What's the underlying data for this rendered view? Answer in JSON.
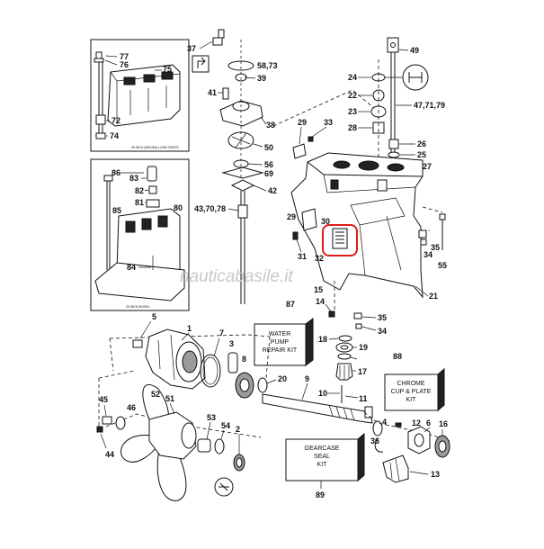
{
  "watermark": "nauticabasile.it",
  "insets": {
    "long": {
      "caption": "25 INCH (508 MM) LONG PARTS"
    },
    "model": {
      "caption": "25 INCH MODEL"
    }
  },
  "kits": {
    "water_pump": [
      "WATER",
      "PUMP",
      "REPAIR KIT"
    ],
    "chrome": [
      "CHROME",
      "CUP & PLATE",
      "KIT"
    ],
    "gearcase": [
      "GEARCASE",
      "SEAL",
      "KIT"
    ]
  },
  "labels": {
    "p77": "77",
    "p76": "76",
    "p75": "75",
    "p72": "72",
    "p74": "74",
    "p86": "86",
    "p83": "83",
    "p82": "82",
    "p81": "81",
    "p80": "80",
    "p85": "85",
    "p84": "84",
    "p37": "37",
    "p58": "58,73",
    "p39": "39",
    "p41": "41",
    "p38": "38",
    "p50": "50",
    "p56": "56",
    "p69": "69",
    "p42": "42",
    "p43": "43,70,78",
    "p49": "49",
    "p24": "24",
    "p22": "22",
    "p23": "23",
    "p47": "47,71,79",
    "p28": "28",
    "p26": "26",
    "p25": "25",
    "p27": "27",
    "p29a": "29",
    "p33": "33",
    "p29b": "29",
    "p30": "30",
    "p31": "31",
    "p32": "32",
    "p14": "14",
    "p15": "15",
    "p35a": "35",
    "p34a": "34",
    "p55": "55",
    "p21": "21",
    "p35b": "35",
    "p34b": "34",
    "p87": "87",
    "p88": "88",
    "p89": "89",
    "p5": "5",
    "p1": "1",
    "p7": "7",
    "p3": "3",
    "p8": "8",
    "p20": "20",
    "p9": "9",
    "p18": "18",
    "p19": "19",
    "p10": "10",
    "p11": "11",
    "p17": "17",
    "p45": "45",
    "p46": "46",
    "p52": "52",
    "p51": "51",
    "p53": "53",
    "p54": "54",
    "p2": "2",
    "p44": "44",
    "p12": "12",
    "p6": "6",
    "p16": "16",
    "p36": "36",
    "p13": "13",
    "p4": "4"
  },
  "colors": {
    "highlight": "#e11b1b",
    "ink": "#111111"
  }
}
